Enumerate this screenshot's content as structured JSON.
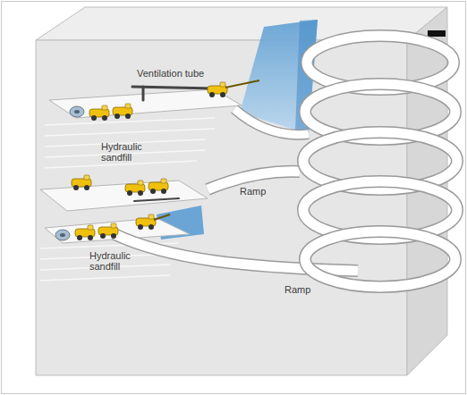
{
  "diagram": {
    "labels": [
      "Ventilation tube",
      "Hydraulic sandfill",
      "Ramp",
      "Hydraulic sandfill",
      "Ramp"
    ]
  }
}
